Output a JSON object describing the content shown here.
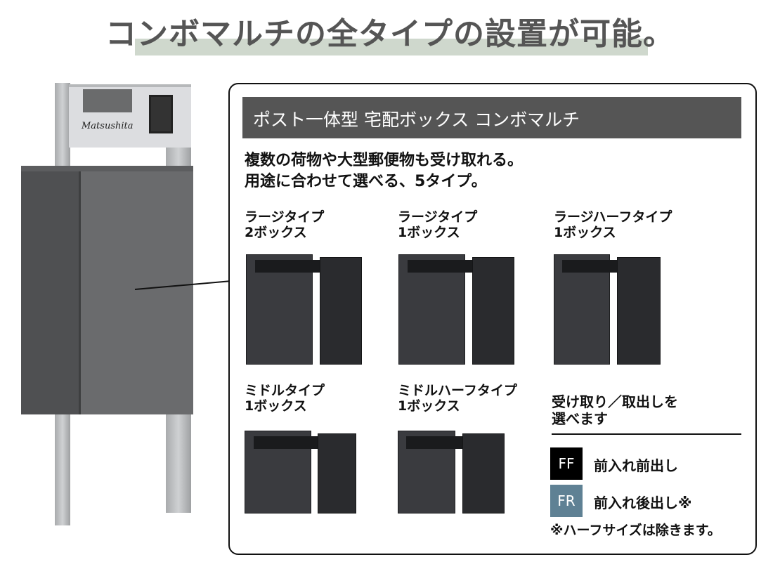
{
  "title": "コンボマルチの全タイプの設置が可能。",
  "product_logo": "Matsushita",
  "card": {
    "header": "ポスト一体型 宅配ボックス コンボマルチ",
    "subtitle_lines": [
      "複数の荷物や大型郵便物も受け取れる。",
      "用途に合わせて選べる、5タイプ。"
    ],
    "types": [
      {
        "line1": "ラージタイプ",
        "line2": "2ボックス"
      },
      {
        "line1": "ラージタイプ",
        "line2": "1ボックス"
      },
      {
        "line1": "ラージハーフタイプ",
        "line2": "1ボックス"
      },
      {
        "line1": "ミドルタイプ",
        "line2": "1ボックス"
      },
      {
        "line1": "ミドルハーフタイプ",
        "line2": "1ボックス"
      }
    ],
    "legend": {
      "heading_lines": [
        "受け取り／取出しを",
        "選べます"
      ],
      "items": [
        {
          "badge": "FF",
          "label": "前入れ前出し",
          "color": "#000000"
        },
        {
          "badge": "FR",
          "label": "前入れ後出し※",
          "color": "#5f8194"
        }
      ],
      "note": "※ハーフサイズは除きます。"
    }
  }
}
